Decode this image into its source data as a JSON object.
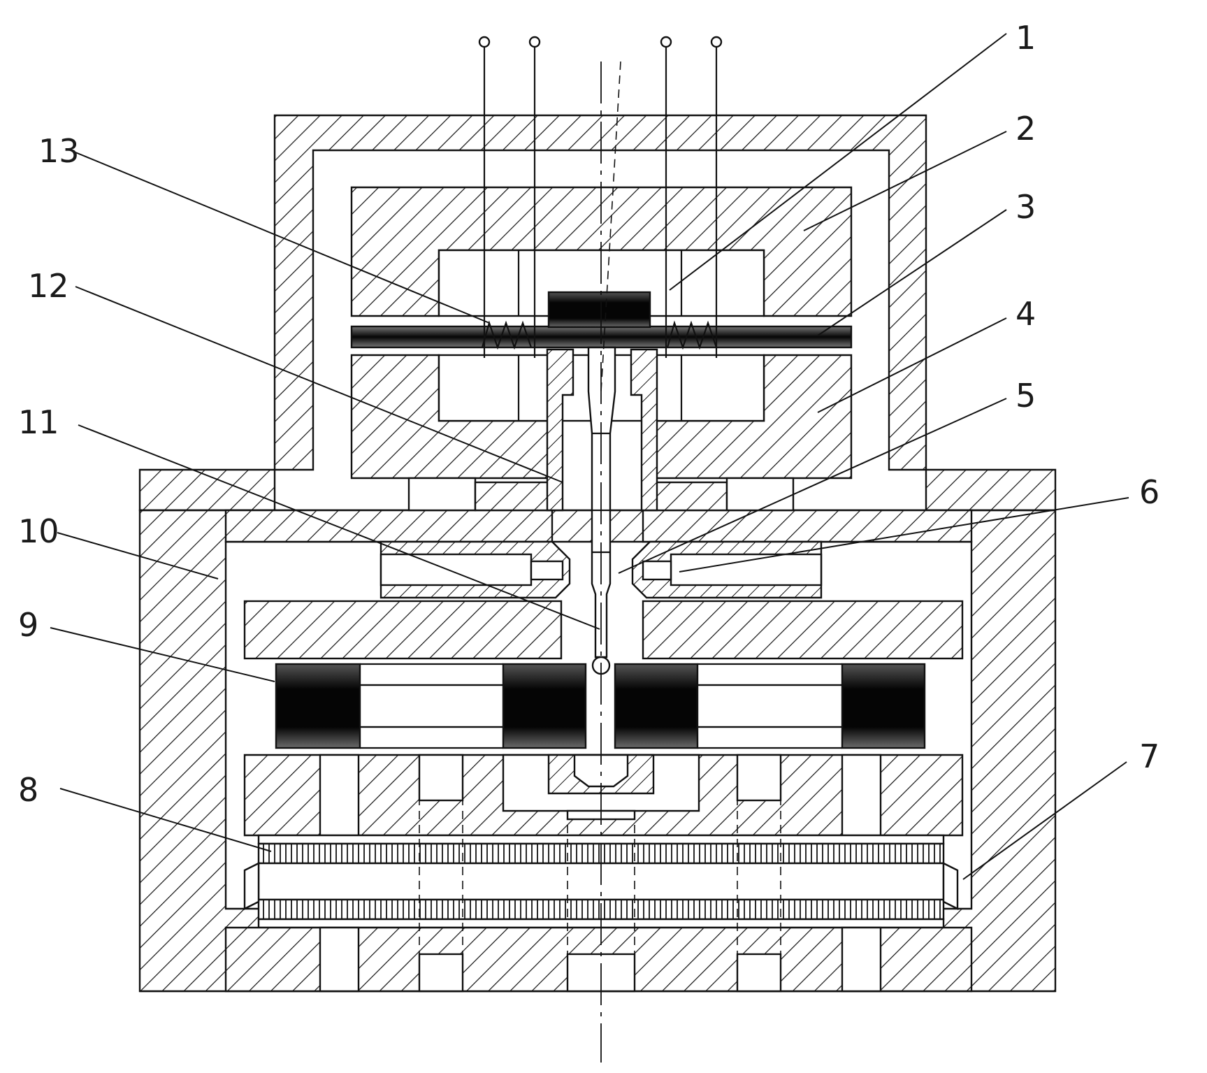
{
  "figure": {
    "type": "mechanical cross-section drawing",
    "callouts": [
      "1",
      "2",
      "3",
      "4",
      "5",
      "6",
      "7",
      "8",
      "9",
      "10",
      "11",
      "12",
      "13"
    ]
  },
  "colors": {
    "line": "#111111",
    "solid_part": "#0a0a0a",
    "background": "#ffffff"
  }
}
